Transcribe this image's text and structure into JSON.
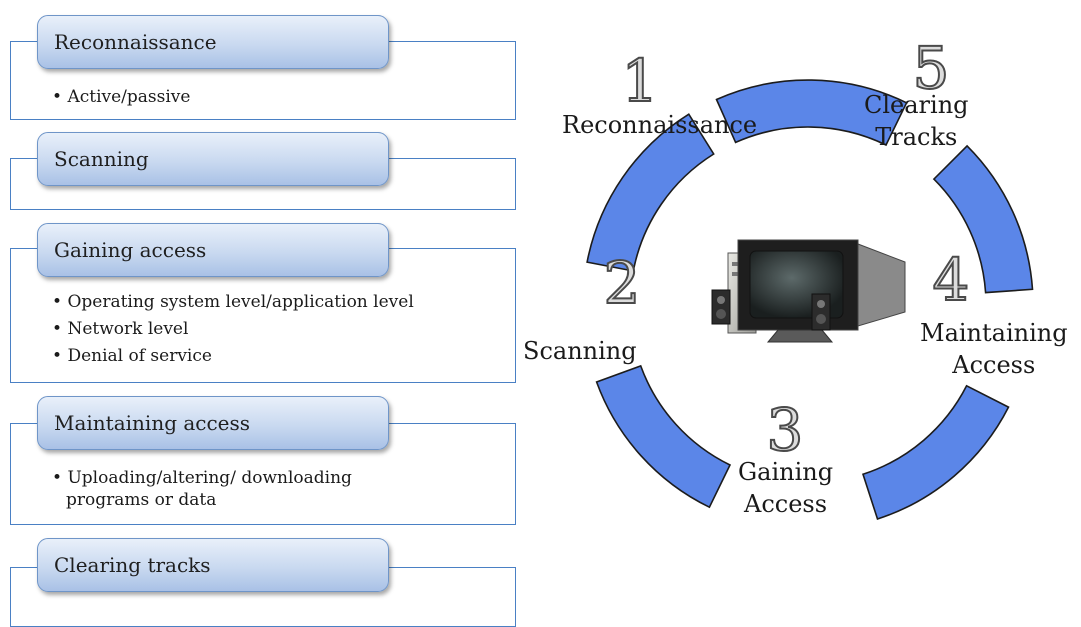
{
  "phases": [
    {
      "title": "Reconnaissance",
      "bullets": [
        "Active/passive"
      ]
    },
    {
      "title": "Scanning",
      "bullets": []
    },
    {
      "title": "Gaining access",
      "bullets": [
        "Operating system level/application level",
        "Network level",
        "Denial of service"
      ]
    },
    {
      "title": "Maintaining access",
      "bullets": [
        "Uploading/altering/ downloading",
        "programs or data"
      ]
    },
    {
      "title": "Clearing tracks",
      "bullets": []
    }
  ],
  "cycle": {
    "numbers": [
      "1",
      "2",
      "3",
      "4",
      "5"
    ],
    "labels": {
      "reconnaissance": "Reconnaissance",
      "scanning": "Scanning",
      "gaining_access": [
        "Gaining",
        "Access"
      ],
      "maintaining_access": [
        "Maintaining",
        "Access"
      ],
      "clearing_tracks": [
        "Clearing",
        "Tracks"
      ]
    },
    "arc_color": "#5b86e8",
    "computer_icon": "computer-icon"
  }
}
